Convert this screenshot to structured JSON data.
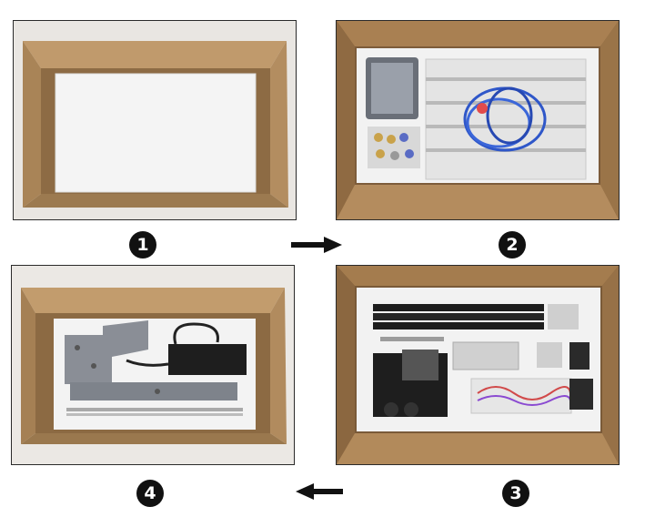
{
  "steps": [
    {
      "number": "1"
    },
    {
      "number": "2"
    },
    {
      "number": "3"
    },
    {
      "number": "4"
    }
  ],
  "colors": {
    "cardboard": "#b8946a",
    "cardboard_dark": "#8a6a46",
    "foam": "#f3f3f3",
    "badge": "#111111"
  }
}
